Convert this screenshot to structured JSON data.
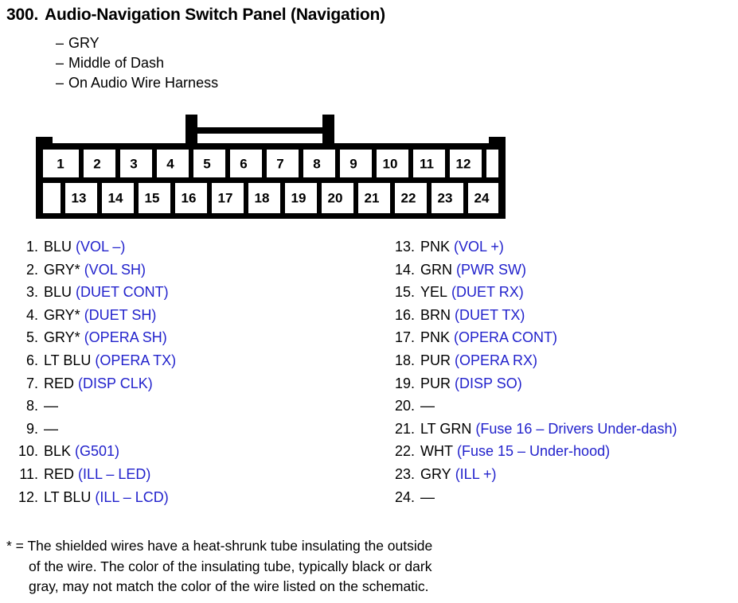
{
  "header": {
    "number": "300.",
    "title": "Audio-Navigation Switch Panel (Navigation)",
    "details": [
      {
        "dash": "–",
        "text": "GRY"
      },
      {
        "dash": "–",
        "text": "Middle of Dash"
      },
      {
        "dash": "–",
        "text": "On Audio Wire Harness"
      }
    ]
  },
  "connector": {
    "name": "24-pin two-row connector",
    "top_row_pins": [
      "1",
      "2",
      "3",
      "4",
      "5",
      "6",
      "7",
      "8",
      "9",
      "10",
      "11",
      "12"
    ],
    "bottom_row_pins": [
      "13",
      "14",
      "15",
      "16",
      "17",
      "18",
      "19",
      "20",
      "21",
      "22",
      "23",
      "24"
    ],
    "outline_color": "#000000",
    "fill_color": "#ffffff"
  },
  "pins": {
    "function_color": "#2222cc",
    "color_code_color": "#000000",
    "left_column": [
      {
        "index": "1.",
        "color": "BLU",
        "fn": "(VOL –)"
      },
      {
        "index": "2.",
        "color": "GRY*",
        "fn": "(VOL SH)"
      },
      {
        "index": "3.",
        "color": "BLU",
        "fn": "(DUET CONT)"
      },
      {
        "index": "4.",
        "color": "GRY*",
        "fn": "(DUET SH)"
      },
      {
        "index": "5.",
        "color": "GRY*",
        "fn": "(OPERA SH)"
      },
      {
        "index": "6.",
        "color": "LT BLU",
        "fn": "(OPERA TX)"
      },
      {
        "index": "7.",
        "color": "RED",
        "fn": "(DISP CLK)"
      },
      {
        "index": "8.",
        "color": "—",
        "fn": ""
      },
      {
        "index": "9.",
        "color": "—",
        "fn": ""
      },
      {
        "index": "10.",
        "color": "BLK",
        "fn": "(G501)"
      },
      {
        "index": "11.",
        "color": "RED",
        "fn": "(ILL – LED)"
      },
      {
        "index": "12.",
        "color": "LT BLU",
        "fn": "(ILL – LCD)"
      }
    ],
    "right_column": [
      {
        "index": "13.",
        "color": "PNK",
        "fn": "(VOL +)"
      },
      {
        "index": "14.",
        "color": "GRN",
        "fn": "(PWR SW)"
      },
      {
        "index": "15.",
        "color": "YEL",
        "fn": "(DUET RX)"
      },
      {
        "index": "16.",
        "color": "BRN",
        "fn": "(DUET TX)"
      },
      {
        "index": "17.",
        "color": "PNK",
        "fn": "(OPERA CONT)"
      },
      {
        "index": "18.",
        "color": "PUR",
        "fn": "(OPERA RX)"
      },
      {
        "index": "19.",
        "color": "PUR",
        "fn": "(DISP SO)"
      },
      {
        "index": "20.",
        "color": "—",
        "fn": ""
      },
      {
        "index": "21.",
        "color": "LT GRN",
        "fn": "(Fuse 16 – Drivers Under-dash)"
      },
      {
        "index": "22.",
        "color": "WHT",
        "fn": "(Fuse 15 – Under-hood)"
      },
      {
        "index": "23.",
        "color": "GRY",
        "fn": "(ILL +)"
      },
      {
        "index": "24.",
        "color": "—",
        "fn": ""
      }
    ]
  },
  "footnote": {
    "lines": [
      "* = The shielded wires have a heat-shrunk tube insulating the outside",
      "of the wire. The color of the insulating tube, typically black or dark",
      "gray, may not match the color of the wire listed on the schematic."
    ]
  }
}
